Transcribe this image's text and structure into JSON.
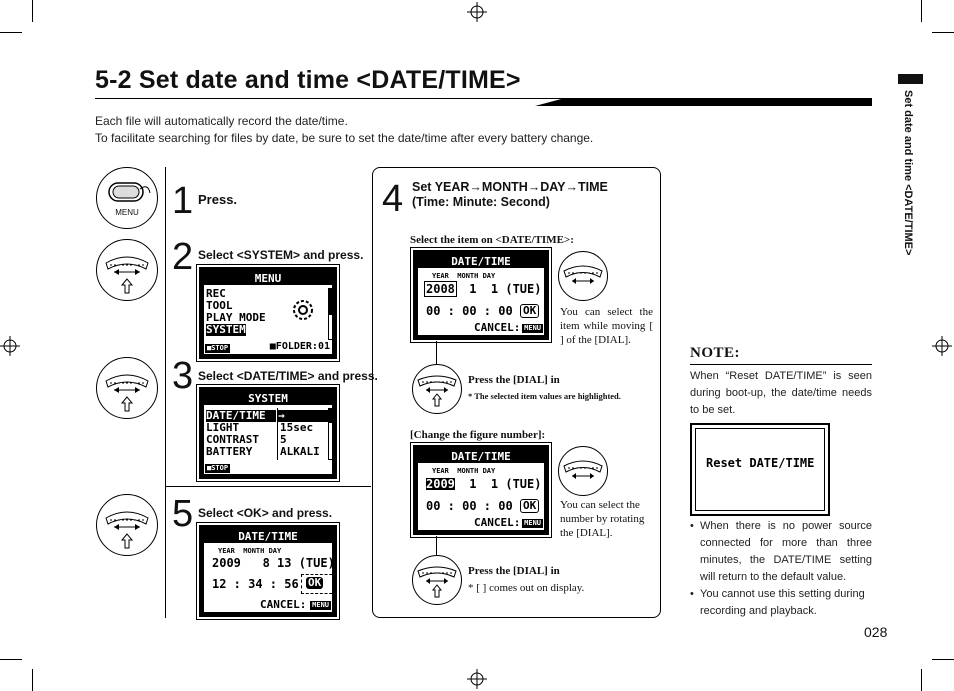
{
  "header": {
    "title": "5-2  Set date and time <DATE/TIME>",
    "intro_line1": "Each file will automatically record the date/time.",
    "intro_line2": "To facilitate searching for files by date, be sure to set the date/time after every battery change."
  },
  "sidebar": {
    "label": "Set date and time <DATE/TIME>"
  },
  "steps": {
    "s1": {
      "num": "1",
      "text": "Press.",
      "icon_label": "MENU"
    },
    "s2": {
      "num": "2",
      "text": "Select <SYSTEM> and press."
    },
    "s3": {
      "num": "3",
      "text": "Select <DATE/TIME> and press."
    },
    "s4": {
      "num": "4",
      "text_line1": "Set YEAR→MONTH→DAY→TIME",
      "text_line2": "(Time: Minute: Second)"
    },
    "s5": {
      "num": "5",
      "text": "Select <OK> and press."
    }
  },
  "lcd_menu": {
    "title": "MENU",
    "items": [
      "REC",
      "TOOL",
      "PLAY MODE",
      "SYSTEM"
    ],
    "stop": "■STOP",
    "folder": "■FOLDER:01"
  },
  "lcd_system": {
    "title": "SYSTEM",
    "rows": [
      {
        "label": "DATE/TIME",
        "value": "→"
      },
      {
        "label": "LIGHT",
        "value": "15sec"
      },
      {
        "label": "CONTRAST",
        "value": "5"
      },
      {
        "label": "BATTERY",
        "value": "ALKALI"
      }
    ],
    "stop": "■STOP"
  },
  "lcd_date_a": {
    "title": "DATE/TIME",
    "labels": "YEAR  MONTH DAY",
    "year": "2008",
    "date_rest": " 1  1 (TUE)",
    "time": "00 : 00 : 00",
    "ok": "OK",
    "cancel": "CANCEL:",
    "menu_tag": "MENU"
  },
  "lcd_date_b": {
    "title": "DATE/TIME",
    "labels": "YEAR  MONTH DAY",
    "year": "2009",
    "date_rest": " 1  1 (TUE)",
    "time": "00 : 00 : 00",
    "ok": "OK",
    "cancel": "CANCEL:",
    "menu_tag": "MENU"
  },
  "lcd_date_c": {
    "title": "DATE/TIME",
    "labels": "YEAR  MONTH DAY",
    "line1": "2009   8 13 (TUE)",
    "time": "12 : 34 : 56",
    "ok": "OK",
    "cancel": "CANCEL:",
    "menu_tag": "MENU"
  },
  "panel4": {
    "select_label": "Select the item on <DATE/TIME>:",
    "select_note": "You can select the item while moving [   ] of the [DIAL].",
    "press_dial": "Press the [DIAL] in",
    "highlight_note": "* The selected item values are highlighted.",
    "change_label": "[Change the figure number]:",
    "change_note": "You can select the number by rotating the [DIAL].",
    "press_dial2": "Press the [DIAL] in",
    "comes_out": "* [   ] comes out on display."
  },
  "note": {
    "title": "NOTE:",
    "intro": "When “Reset DATE/TIME” is seen during boot-up, the date/time needs to be set.",
    "lcd_text": "Reset DATE/TIME",
    "bullet1": "When there is no power source connected for more than three minutes, the DATE/TIME setting will return to the default value.",
    "bullet2": "You cannot use this setting during recording and playback."
  },
  "page_number": "028"
}
